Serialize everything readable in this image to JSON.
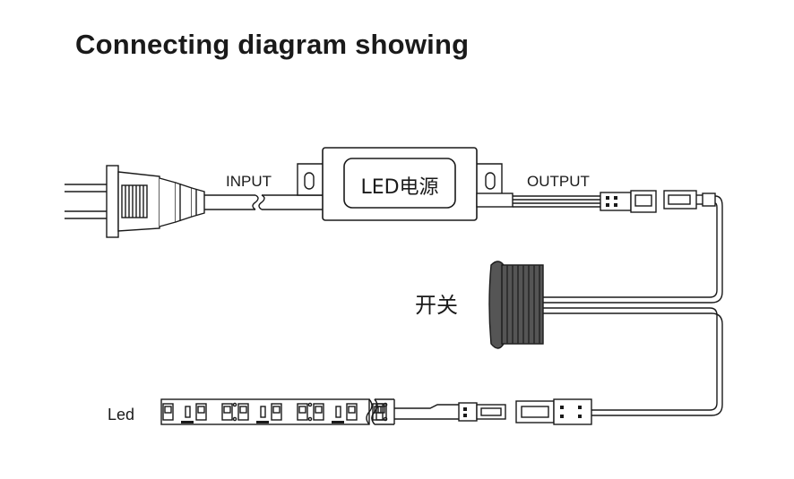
{
  "title": "Connecting diagram showing",
  "labels": {
    "input": "INPUT",
    "output": "OUTPUT",
    "power_supply": "LED电源",
    "switch": "开关",
    "led": "Led"
  },
  "colors": {
    "line": "#1a1a1a",
    "switch_body": "#555555",
    "background": "#ffffff"
  }
}
